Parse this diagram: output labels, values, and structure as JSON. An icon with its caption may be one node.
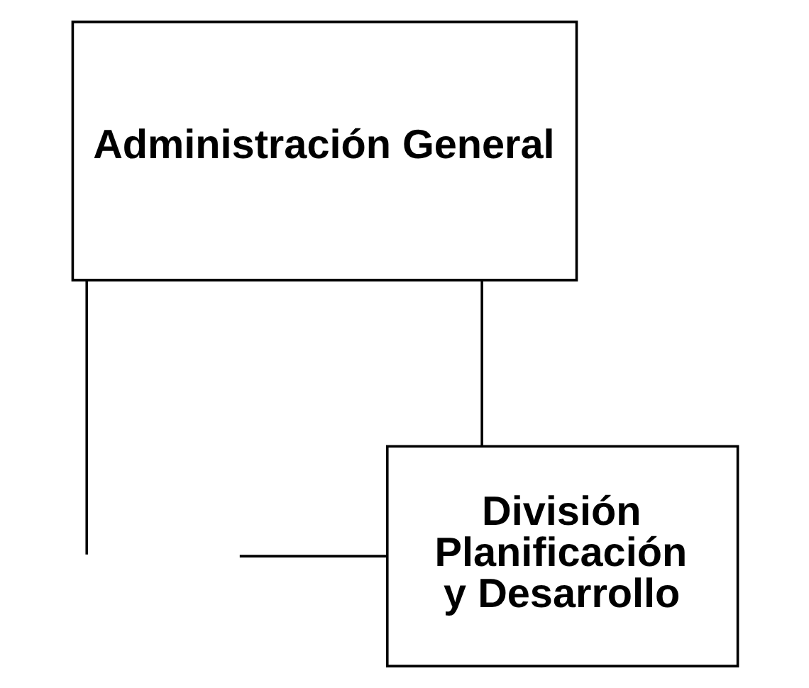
{
  "diagram": {
    "nodes": [
      {
        "text": [
          "Administración General"
        ]
      },
      {
        "text": [
          "División Planificación y Desarrollo"
        ]
      }
    ],
    "edges": [
      {
        "from": 0,
        "to": 1,
        "arrow": "none"
      },
      {
        "from": 0,
        "to": null,
        "arrow": "none"
      },
      {
        "from": null,
        "to": 1,
        "arrow": "none"
      }
    ]
  }
}
